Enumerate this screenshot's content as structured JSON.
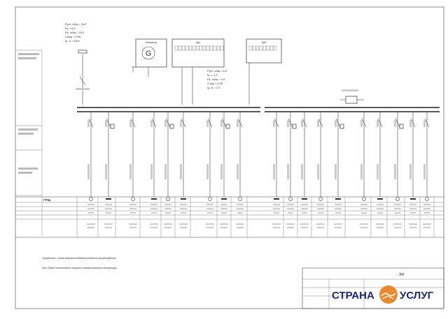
{
  "params_left": [
    "Pуст. общ = 24,9",
    "Кс = 0,6",
    "Pр. общ = 15,0",
    "Cosφ = 0,95",
    "Iр, А = 23,8"
  ],
  "params_mid": [
    "Pуст. общ = 6,9",
    "Кс = 1,0",
    "Pр. общ = 6,9",
    "Cosφ = 0,95",
    "Iр, А = 7,0"
  ],
  "generator": {
    "title": "Генератор",
    "symbol": "G"
  },
  "panel_center_title": "Щит",
  "panel_right_title": "Щит",
  "panel_label": "ГРЩ",
  "note_lines": [
    "Примечание. Схема электроснабжения является рекомендуемой.",
    "При сборке использовать защитно-коммутационную аппаратуру."
  ],
  "stamp": {
    "code": "- ЭМ"
  },
  "watermark": {
    "left": "СТРАНА",
    "right": "УСЛУГ"
  },
  "colors": {
    "line": "#444444",
    "watermark": "#1e2a6e"
  },
  "icons": [
    "generator-icon",
    "handshake-icon"
  ]
}
